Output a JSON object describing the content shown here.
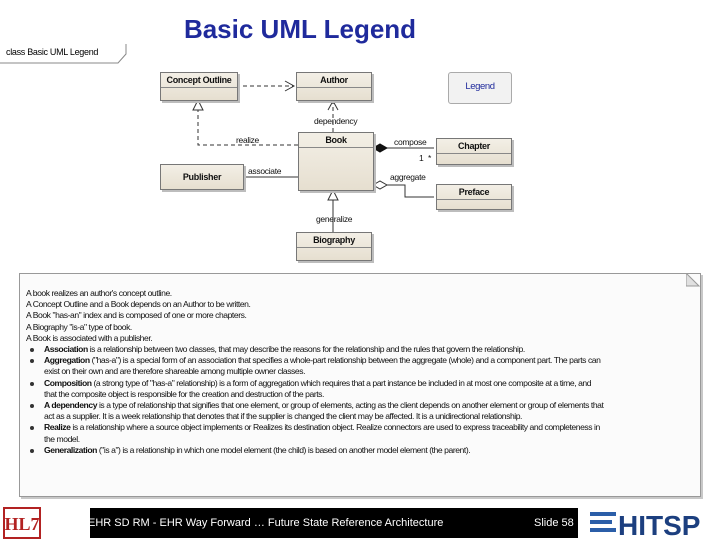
{
  "slide": {
    "title": "Basic UML Legend",
    "footer_text": "EHR SD RM - EHR Way Forward … Future State Reference Architecture",
    "slide_number": "Slide 58",
    "left_logo_text": "HL7",
    "right_logo_text": "HITSP"
  },
  "diagram": {
    "frame_label": "class Basic UML Legend",
    "legend_label": "Legend",
    "classes": {
      "concept_outline": "Concept Outline",
      "author": "Author",
      "book": "Book",
      "chapter": "Chapter",
      "publisher": "Publisher",
      "preface": "Preface",
      "biography": "Biography"
    },
    "relations": {
      "dependency": "dependency",
      "realize": "realize",
      "associate": "associate",
      "compose": "compose",
      "aggregate": "aggregate",
      "multiplicity_one": "1",
      "multiplicity_many": "*",
      "generalize": "generalize"
    }
  },
  "note": {
    "plain_lines": [
      "A book realizes an author's concept outline.",
      "A Concept Outline and a Book depends on an Author to be written.",
      "A Book \"has-an\" index and is composed of one or more chapters.",
      "A Biography \"is-a\" type of book.",
      "A Book is associated with a publisher."
    ],
    "bullets": [
      {
        "term": "Association",
        "lines": [
          " is a relationship between two classes, that may describe the reasons for the relationship and the rules that govern the relationship."
        ]
      },
      {
        "term": "Aggregation",
        "lines": [
          " (\"has-a\") is a special form of an association that specifies a whole-part relationship between the aggregate (whole) and a component part. The parts can",
          "exist on their own and are therefore shareable among multiple owner classes."
        ]
      },
      {
        "term": "Composition",
        "lines": [
          " (a strong type of \"has-a\" relationship) is a form of aggregation which requires that a part instance be included in at most one composite at a time, and",
          "that the composite object is responsible for the creation and destruction of the parts."
        ]
      },
      {
        "term": "A dependency",
        "lines": [
          " is a type of relationship that signifies that one element, or group of elements, acting as the client depends on another element or group of elements that",
          "act as a supplier. It is a week relationship that denotes that if the supplier is changed the client may be affected. It is a unidirectional relationship."
        ]
      },
      {
        "term": "Realize",
        "lines": [
          " is a relationship where a source object implements or Realizes its destination object. Realize connectors are used to express traceability and completeness in",
          "the model."
        ]
      },
      {
        "term": "Generalization",
        "lines": [
          " (\"is a\") is a relationship in which one model element (the child) is based on another model element (the parent)."
        ]
      }
    ]
  }
}
